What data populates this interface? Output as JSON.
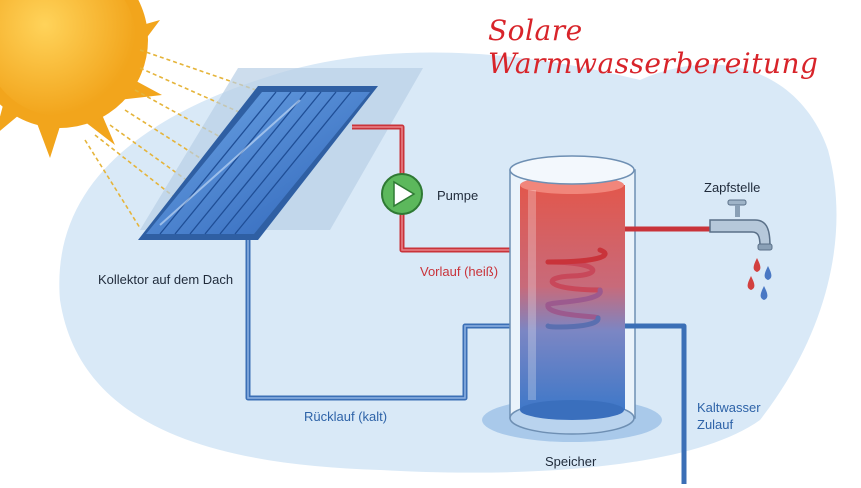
{
  "title": "Solare Warmwasserbereitung",
  "labels": {
    "collector": "Kollektor auf dem Dach",
    "pump": "Pumpe",
    "flow": "Vorlauf (heiß)",
    "return": "Rücklauf (kalt)",
    "tap": "Zapfstelle",
    "tank": "Speicher",
    "cold_line1": "Kaltwasser",
    "cold_line2": "Zulauf"
  },
  "colors": {
    "title": "#d8242a",
    "hot_pipe": "#c9333a",
    "cold_pipe": "#3b6fb6",
    "flow_text": "#c9333a",
    "return_text": "#2e63a8",
    "background_blob": "#d6e7f6",
    "pump": "#4caf50",
    "sun": "#f5b324"
  }
}
